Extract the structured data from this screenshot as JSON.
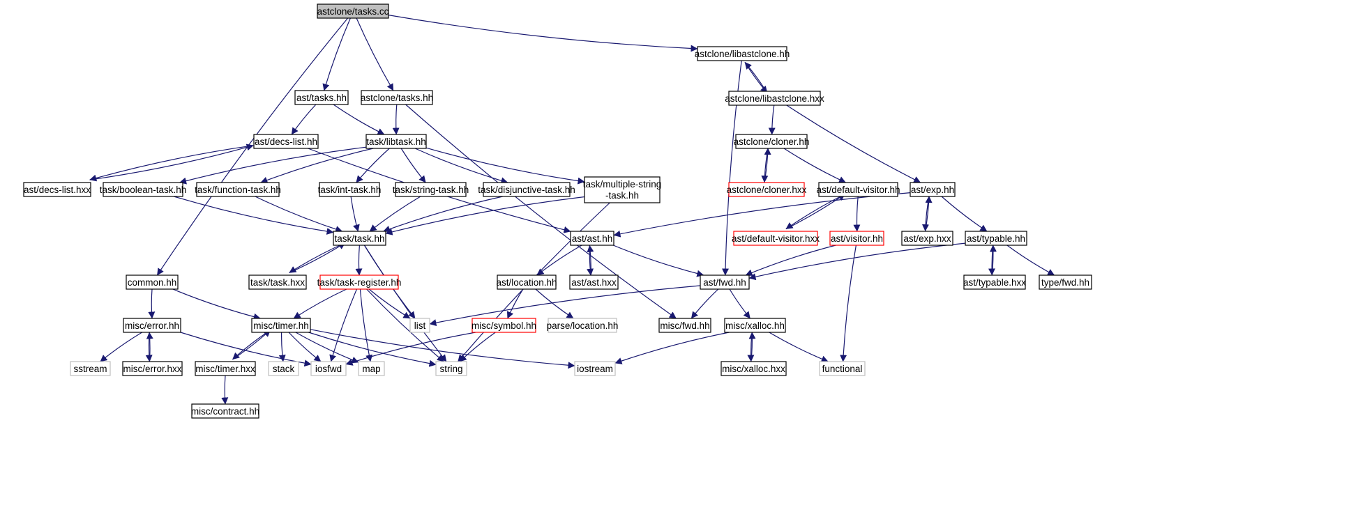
{
  "graph": {
    "colors": {
      "edge": "#191970",
      "normal_border": "#000000",
      "undocumented_border": "#ff0000",
      "external_border": "#bfbfbf",
      "root_fill": "#bfbfbf",
      "node_fill": "#ffffff"
    },
    "nodes": [
      {
        "id": "root",
        "label": "astclone/tasks.cc",
        "kind": "root"
      },
      {
        "id": "astclone_libastclone_hh",
        "label": "astclone/libastclone.hh",
        "kind": "normal"
      },
      {
        "id": "ast_tasks_hh",
        "label": "ast/tasks.hh",
        "kind": "normal"
      },
      {
        "id": "astclone_tasks_hh",
        "label": "astclone/tasks.hh",
        "kind": "normal"
      },
      {
        "id": "astclone_libastclone_hxx",
        "label": "astclone/libastclone.hxx",
        "kind": "normal"
      },
      {
        "id": "ast_decs_list_hh",
        "label": "ast/decs-list.hh",
        "kind": "normal"
      },
      {
        "id": "task_libtask_hh",
        "label": "task/libtask.hh",
        "kind": "normal"
      },
      {
        "id": "astclone_cloner_hh",
        "label": "astclone/cloner.hh",
        "kind": "normal"
      },
      {
        "id": "ast_decs_list_hxx",
        "label": "ast/decs-list.hxx",
        "kind": "normal"
      },
      {
        "id": "task_boolean_task_hh",
        "label": "task/boolean-task.hh",
        "kind": "normal"
      },
      {
        "id": "task_function_task_hh",
        "label": "task/function-task.hh",
        "kind": "normal"
      },
      {
        "id": "task_int_task_hh",
        "label": "task/int-task.hh",
        "kind": "normal"
      },
      {
        "id": "task_string_task_hh",
        "label": "task/string-task.hh",
        "kind": "normal"
      },
      {
        "id": "task_disjunctive_task_hh",
        "label": "task/disjunctive-task.hh",
        "kind": "normal"
      },
      {
        "id": "task_multiple_string_task_hh",
        "label": "task/multiple-string",
        "label2": "-task.hh",
        "kind": "normal"
      },
      {
        "id": "astclone_cloner_hxx",
        "label": "astclone/cloner.hxx",
        "kind": "undocumented"
      },
      {
        "id": "ast_default_visitor_hh",
        "label": "ast/default-visitor.hh",
        "kind": "normal"
      },
      {
        "id": "ast_exp_hh",
        "label": "ast/exp.hh",
        "kind": "normal"
      },
      {
        "id": "task_task_hh",
        "label": "task/task.hh",
        "kind": "normal"
      },
      {
        "id": "ast_ast_hh",
        "label": "ast/ast.hh",
        "kind": "normal"
      },
      {
        "id": "ast_default_visitor_hxx",
        "label": "ast/default-visitor.hxx",
        "kind": "undocumented"
      },
      {
        "id": "ast_visitor_hh",
        "label": "ast/visitor.hh",
        "kind": "undocumented"
      },
      {
        "id": "ast_exp_hxx",
        "label": "ast/exp.hxx",
        "kind": "normal"
      },
      {
        "id": "ast_typable_hh",
        "label": "ast/typable.hh",
        "kind": "normal"
      },
      {
        "id": "common_hh",
        "label": "common.hh",
        "kind": "normal"
      },
      {
        "id": "task_task_hxx",
        "label": "task/task.hxx",
        "kind": "normal"
      },
      {
        "id": "task_task_register_hh",
        "label": "task/task-register.hh",
        "kind": "undocumented"
      },
      {
        "id": "ast_location_hh",
        "label": "ast/location.hh",
        "kind": "normal"
      },
      {
        "id": "ast_ast_hxx",
        "label": "ast/ast.hxx",
        "kind": "normal"
      },
      {
        "id": "ast_fwd_hh",
        "label": "ast/fwd.hh",
        "kind": "normal"
      },
      {
        "id": "ast_typable_hxx",
        "label": "ast/typable.hxx",
        "kind": "normal"
      },
      {
        "id": "type_fwd_hh",
        "label": "type/fwd.hh",
        "kind": "normal"
      },
      {
        "id": "misc_error_hh",
        "label": "misc/error.hh",
        "kind": "normal"
      },
      {
        "id": "misc_timer_hh",
        "label": "misc/timer.hh",
        "kind": "normal"
      },
      {
        "id": "list",
        "label": "list",
        "kind": "external"
      },
      {
        "id": "misc_symbol_hh",
        "label": "misc/symbol.hh",
        "kind": "undocumented"
      },
      {
        "id": "parse_location_hh",
        "label": "parse/location.hh",
        "kind": "external"
      },
      {
        "id": "misc_fwd_hh",
        "label": "misc/fwd.hh",
        "kind": "normal"
      },
      {
        "id": "misc_xalloc_hh",
        "label": "misc/xalloc.hh",
        "kind": "normal"
      },
      {
        "id": "sstream",
        "label": "sstream",
        "kind": "external"
      },
      {
        "id": "misc_error_hxx",
        "label": "misc/error.hxx",
        "kind": "normal"
      },
      {
        "id": "misc_timer_hxx",
        "label": "misc/timer.hxx",
        "kind": "normal"
      },
      {
        "id": "stack",
        "label": "stack",
        "kind": "external"
      },
      {
        "id": "iosfwd",
        "label": "iosfwd",
        "kind": "external"
      },
      {
        "id": "map",
        "label": "map",
        "kind": "external"
      },
      {
        "id": "string",
        "label": "string",
        "kind": "external"
      },
      {
        "id": "iostream",
        "label": "iostream",
        "kind": "external"
      },
      {
        "id": "misc_xalloc_hxx",
        "label": "misc/xalloc.hxx",
        "kind": "normal"
      },
      {
        "id": "functional",
        "label": "functional",
        "kind": "external"
      },
      {
        "id": "misc_contract_hh",
        "label": "misc/contract.hh",
        "kind": "normal"
      }
    ],
    "edges": [
      [
        "root",
        "astclone_libastclone_hh"
      ],
      [
        "root",
        "ast_tasks_hh"
      ],
      [
        "root",
        "astclone_tasks_hh"
      ],
      [
        "root",
        "common_hh"
      ],
      [
        "astclone_libastclone_hh",
        "astclone_libastclone_hxx"
      ],
      [
        "astclone_libastclone_hh",
        "ast_fwd_hh"
      ],
      [
        "astclone_libastclone_hxx",
        "astclone_libastclone_hh"
      ],
      [
        "astclone_libastclone_hxx",
        "astclone_cloner_hh"
      ],
      [
        "astclone_libastclone_hxx",
        "ast_exp_hh"
      ],
      [
        "ast_tasks_hh",
        "ast_decs_list_hh"
      ],
      [
        "ast_tasks_hh",
        "task_libtask_hh"
      ],
      [
        "astclone_tasks_hh",
        "task_libtask_hh"
      ],
      [
        "astclone_tasks_hh",
        "misc_fwd_hh"
      ],
      [
        "ast_decs_list_hh",
        "ast_decs_list_hxx"
      ],
      [
        "ast_decs_list_hh",
        "ast_ast_hh"
      ],
      [
        "ast_decs_list_hxx",
        "ast_decs_list_hh"
      ],
      [
        "task_libtask_hh",
        "task_boolean_task_hh"
      ],
      [
        "task_libtask_hh",
        "task_function_task_hh"
      ],
      [
        "task_libtask_hh",
        "task_int_task_hh"
      ],
      [
        "task_libtask_hh",
        "task_string_task_hh"
      ],
      [
        "task_libtask_hh",
        "task_disjunctive_task_hh"
      ],
      [
        "task_libtask_hh",
        "task_multiple_string_task_hh"
      ],
      [
        "task_boolean_task_hh",
        "task_task_hh"
      ],
      [
        "task_function_task_hh",
        "task_task_hh"
      ],
      [
        "task_int_task_hh",
        "task_task_hh"
      ],
      [
        "task_string_task_hh",
        "task_task_hh"
      ],
      [
        "task_disjunctive_task_hh",
        "task_task_hh"
      ],
      [
        "task_multiple_string_task_hh",
        "task_task_hh"
      ],
      [
        "task_multiple_string_task_hh",
        "string"
      ],
      [
        "astclone_cloner_hh",
        "astclone_cloner_hxx"
      ],
      [
        "astclone_cloner_hh",
        "ast_default_visitor_hh"
      ],
      [
        "astclone_cloner_hxx",
        "astclone_cloner_hh"
      ],
      [
        "ast_default_visitor_hh",
        "ast_default_visitor_hxx"
      ],
      [
        "ast_default_visitor_hh",
        "ast_visitor_hh"
      ],
      [
        "ast_default_visitor_hxx",
        "ast_default_visitor_hh"
      ],
      [
        "ast_visitor_hh",
        "ast_fwd_hh"
      ],
      [
        "ast_visitor_hh",
        "functional"
      ],
      [
        "ast_exp_hh",
        "ast_exp_hxx"
      ],
      [
        "ast_exp_hh",
        "ast_typable_hh"
      ],
      [
        "ast_exp_hh",
        "ast_ast_hh"
      ],
      [
        "ast_exp_hxx",
        "ast_exp_hh"
      ],
      [
        "ast_typable_hh",
        "ast_typable_hxx"
      ],
      [
        "ast_typable_hh",
        "type_fwd_hh"
      ],
      [
        "ast_typable_hh",
        "ast_fwd_hh"
      ],
      [
        "ast_typable_hxx",
        "ast_typable_hh"
      ],
      [
        "task_task_hh",
        "task_task_hxx"
      ],
      [
        "task_task_hh",
        "task_task_register_hh"
      ],
      [
        "task_task_hh",
        "list"
      ],
      [
        "task_task_hh",
        "string"
      ],
      [
        "task_task_hxx",
        "task_task_hh"
      ],
      [
        "task_task_register_hh",
        "misc_timer_hh"
      ],
      [
        "task_task_register_hh",
        "list"
      ],
      [
        "task_task_register_hh",
        "iosfwd"
      ],
      [
        "task_task_register_hh",
        "map"
      ],
      [
        "task_task_register_hh",
        "string"
      ],
      [
        "ast_ast_hh",
        "ast_location_hh"
      ],
      [
        "ast_ast_hh",
        "ast_ast_hxx"
      ],
      [
        "ast_ast_hh",
        "ast_fwd_hh"
      ],
      [
        "ast_ast_hxx",
        "ast_ast_hh"
      ],
      [
        "ast_location_hh",
        "misc_symbol_hh"
      ],
      [
        "ast_location_hh",
        "parse_location_hh"
      ],
      [
        "ast_fwd_hh",
        "list"
      ],
      [
        "ast_fwd_hh",
        "misc_fwd_hh"
      ],
      [
        "ast_fwd_hh",
        "misc_xalloc_hh"
      ],
      [
        "common_hh",
        "misc_error_hh"
      ],
      [
        "common_hh",
        "misc_timer_hh"
      ],
      [
        "misc_error_hh",
        "sstream"
      ],
      [
        "misc_error_hh",
        "misc_error_hxx"
      ],
      [
        "misc_error_hh",
        "iosfwd"
      ],
      [
        "misc_error_hxx",
        "misc_error_hh"
      ],
      [
        "misc_timer_hh",
        "misc_timer_hxx"
      ],
      [
        "misc_timer_hh",
        "stack"
      ],
      [
        "misc_timer_hh",
        "iosfwd"
      ],
      [
        "misc_timer_hh",
        "map"
      ],
      [
        "misc_timer_hh",
        "string"
      ],
      [
        "misc_timer_hh",
        "iostream"
      ],
      [
        "misc_timer_hxx",
        "misc_timer_hh"
      ],
      [
        "misc_timer_hxx",
        "misc_contract_hh"
      ],
      [
        "misc_symbol_hh",
        "iosfwd"
      ],
      [
        "misc_symbol_hh",
        "string"
      ],
      [
        "misc_xalloc_hh",
        "misc_xalloc_hxx"
      ],
      [
        "misc_xalloc_hh",
        "iostream"
      ],
      [
        "misc_xalloc_hh",
        "functional"
      ],
      [
        "misc_xalloc_hxx",
        "misc_xalloc_hh"
      ]
    ]
  }
}
